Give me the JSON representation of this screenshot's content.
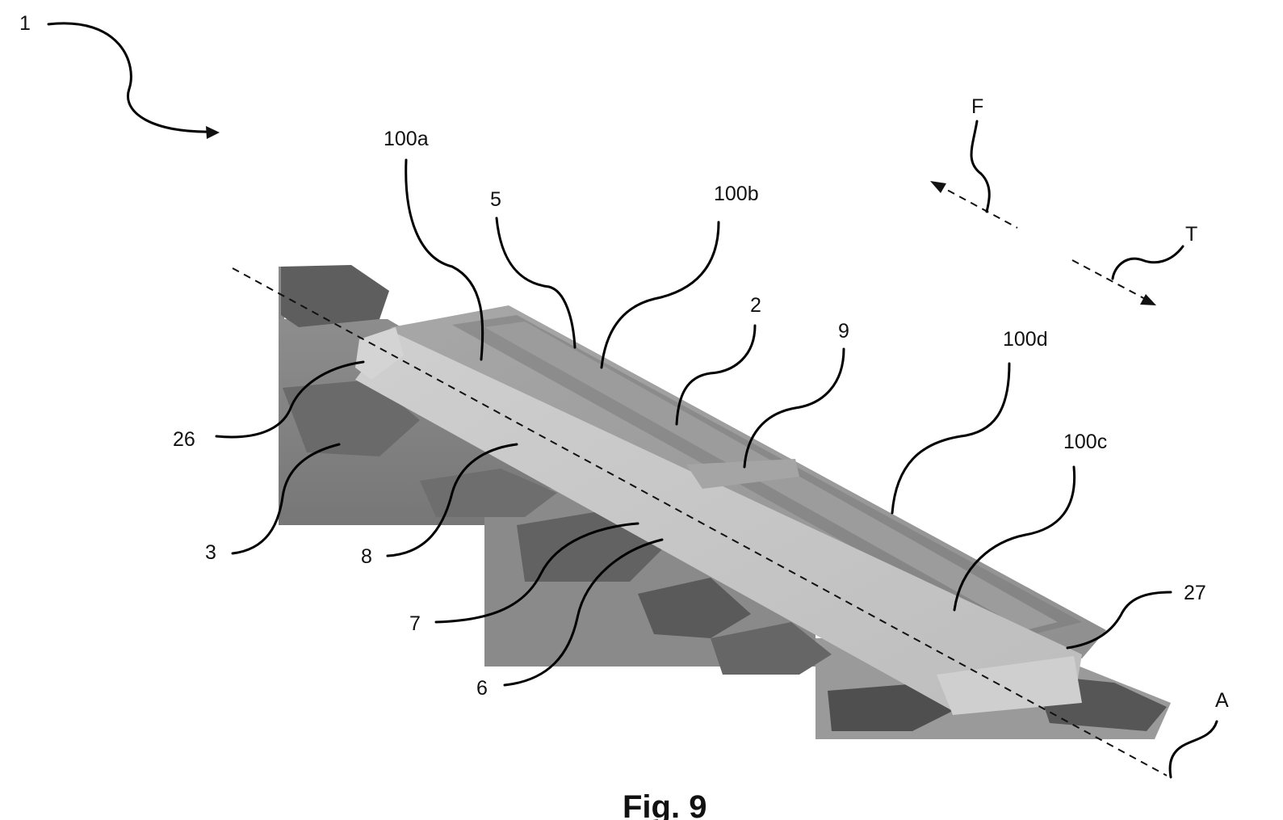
{
  "figure": {
    "caption": "Fig. 9",
    "labels": {
      "l1": "1",
      "l100a": "100a",
      "l5": "5",
      "l100b": "100b",
      "lF": "F",
      "lT": "T",
      "l2": "2",
      "l9": "9",
      "l100d": "100d",
      "l100c": "100c",
      "l26": "26",
      "l3": "3",
      "l8": "8",
      "l7": "7",
      "l6": "6",
      "l27": "27",
      "lA": "A"
    }
  }
}
